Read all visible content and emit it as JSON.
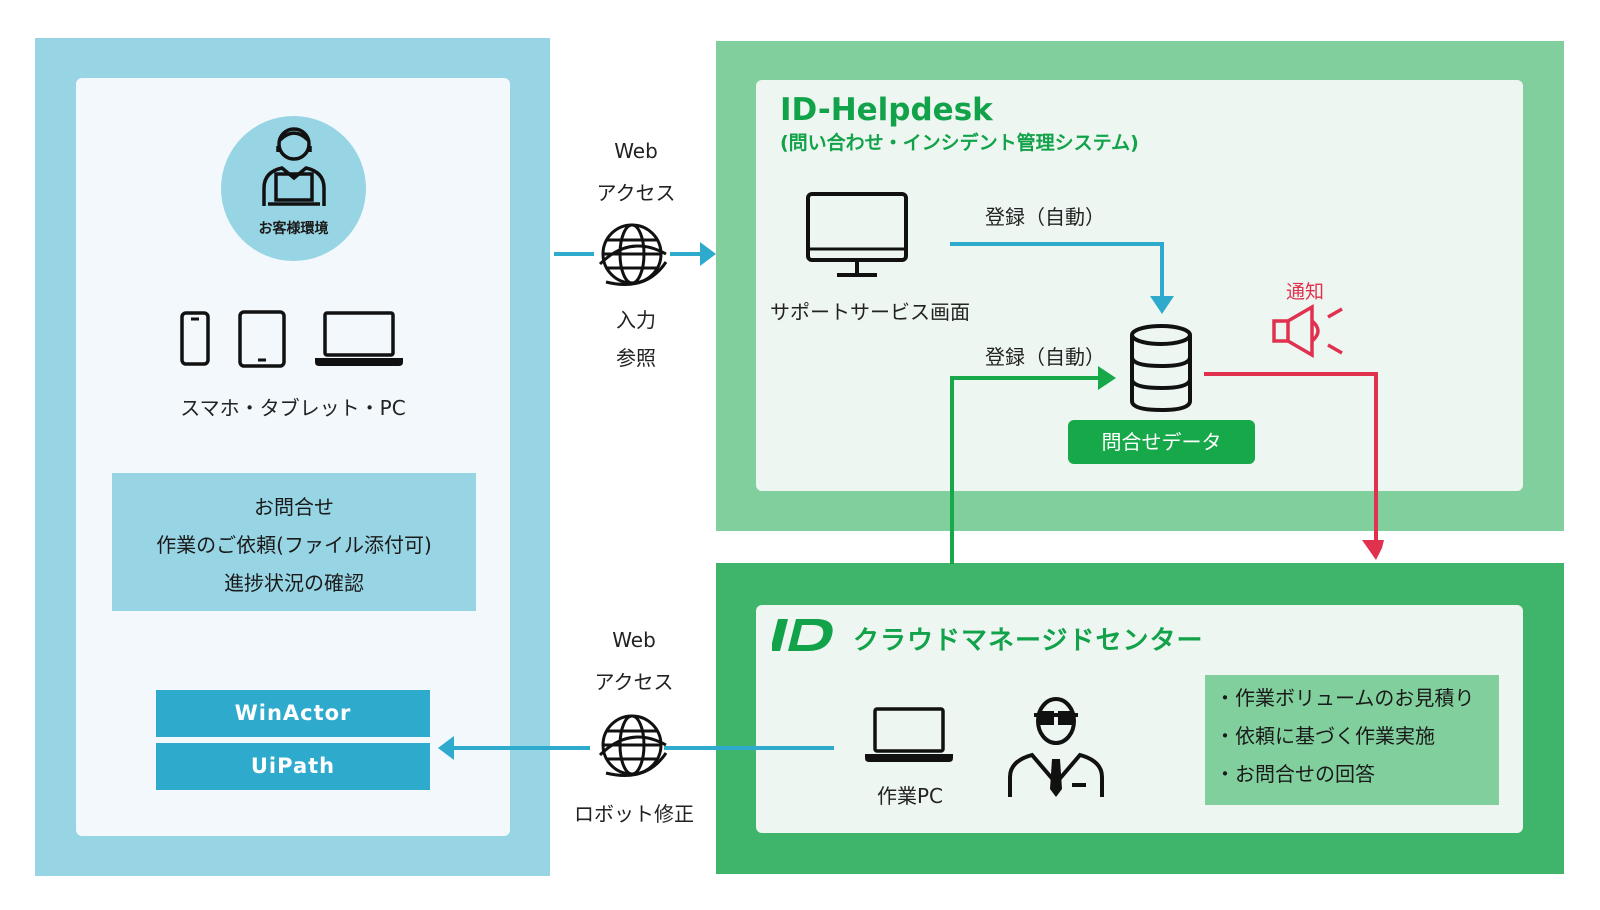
{
  "customer": {
    "env_label": "お客様環境",
    "devices_label": "スマホ・タブレット・PC",
    "info_lines": [
      "お問合せ",
      "作業のご依頼(ファイル添付可)",
      "進捗状況の確認"
    ],
    "tools": [
      "WinActor",
      "UiPath"
    ]
  },
  "middle_top": {
    "above": [
      "Web",
      "アクセス"
    ],
    "below": [
      "入力",
      "参照"
    ]
  },
  "middle_bottom": {
    "above": [
      "Web",
      "アクセス"
    ],
    "below": "ロボット修正"
  },
  "helpdesk": {
    "title": "ID-Helpdesk",
    "subtitle": "(問い合わせ・インシデント管理システム)",
    "screen_label": "サポートサービス画面",
    "register_top": "登録（自動）",
    "register_bottom": "登録（自動）",
    "data_label": "問合せデータ",
    "notify_label": "通知"
  },
  "center": {
    "logo": "ID",
    "title": "クラウドマネージドセンター",
    "pc_label": "作業PC",
    "tasks": [
      "・作業ボリュームのお見積り",
      "・依頼に基づく作業実施",
      "・お問合せの回答"
    ]
  },
  "colors": {
    "light_blue": "#98d5e4",
    "blue": "#2eaacd",
    "light_green": "#80cf9d",
    "green": "#3fb56b",
    "dark_green": "#17a84a",
    "red": "#e0314f"
  }
}
